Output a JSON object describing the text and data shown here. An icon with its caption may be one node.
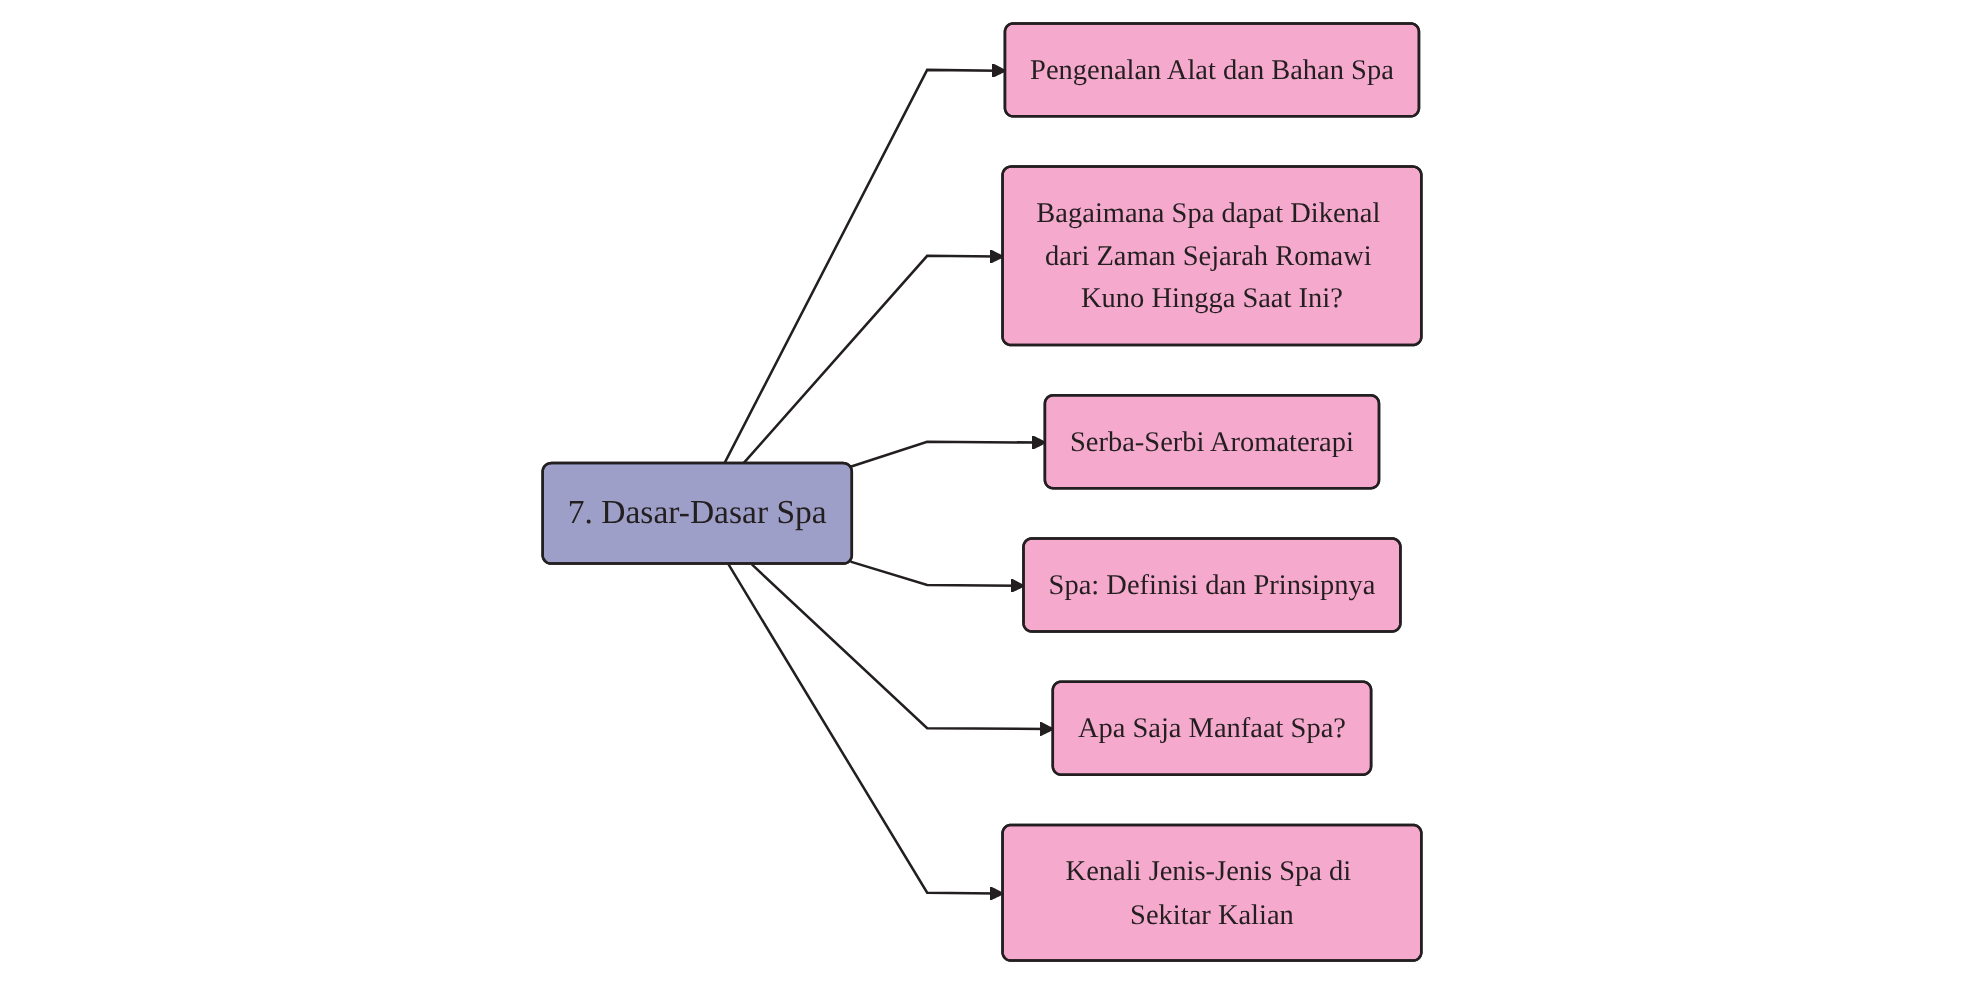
{
  "diagram": {
    "nodes": [
      {
        "text": [
          "Pengenalan Alat dan Bahan Spa"
        ]
      },
      {
        "text": [
          "Bagaimana Spa dapat Dikenal dari Zaman Sejarah Romawi Kuno Hingga Saat Ini?"
        ]
      },
      {
        "text": [
          "Serba-Serbi Aromaterapi"
        ]
      },
      {
        "text": [
          "7. Dasar-Dasar Spa"
        ]
      },
      {
        "text": [
          "Spa: Definisi dan Prinsipnya"
        ]
      },
      {
        "text": [
          "Apa Saja Manfaat Spa?"
        ]
      },
      {
        "text": [
          "Kenali Jenis-Jenis Spa di Sekitar Kalian"
        ]
      }
    ],
    "edges": [
      {
        "from": 3,
        "to": 0,
        "arrow": "to"
      },
      {
        "from": 3,
        "to": 1,
        "arrow": "to"
      },
      {
        "from": 3,
        "to": 2,
        "arrow": "to"
      },
      {
        "from": 3,
        "to": 4,
        "arrow": "to"
      },
      {
        "from": 3,
        "to": 5,
        "arrow": "to"
      },
      {
        "from": 3,
        "to": 6,
        "arrow": "to"
      }
    ]
  }
}
